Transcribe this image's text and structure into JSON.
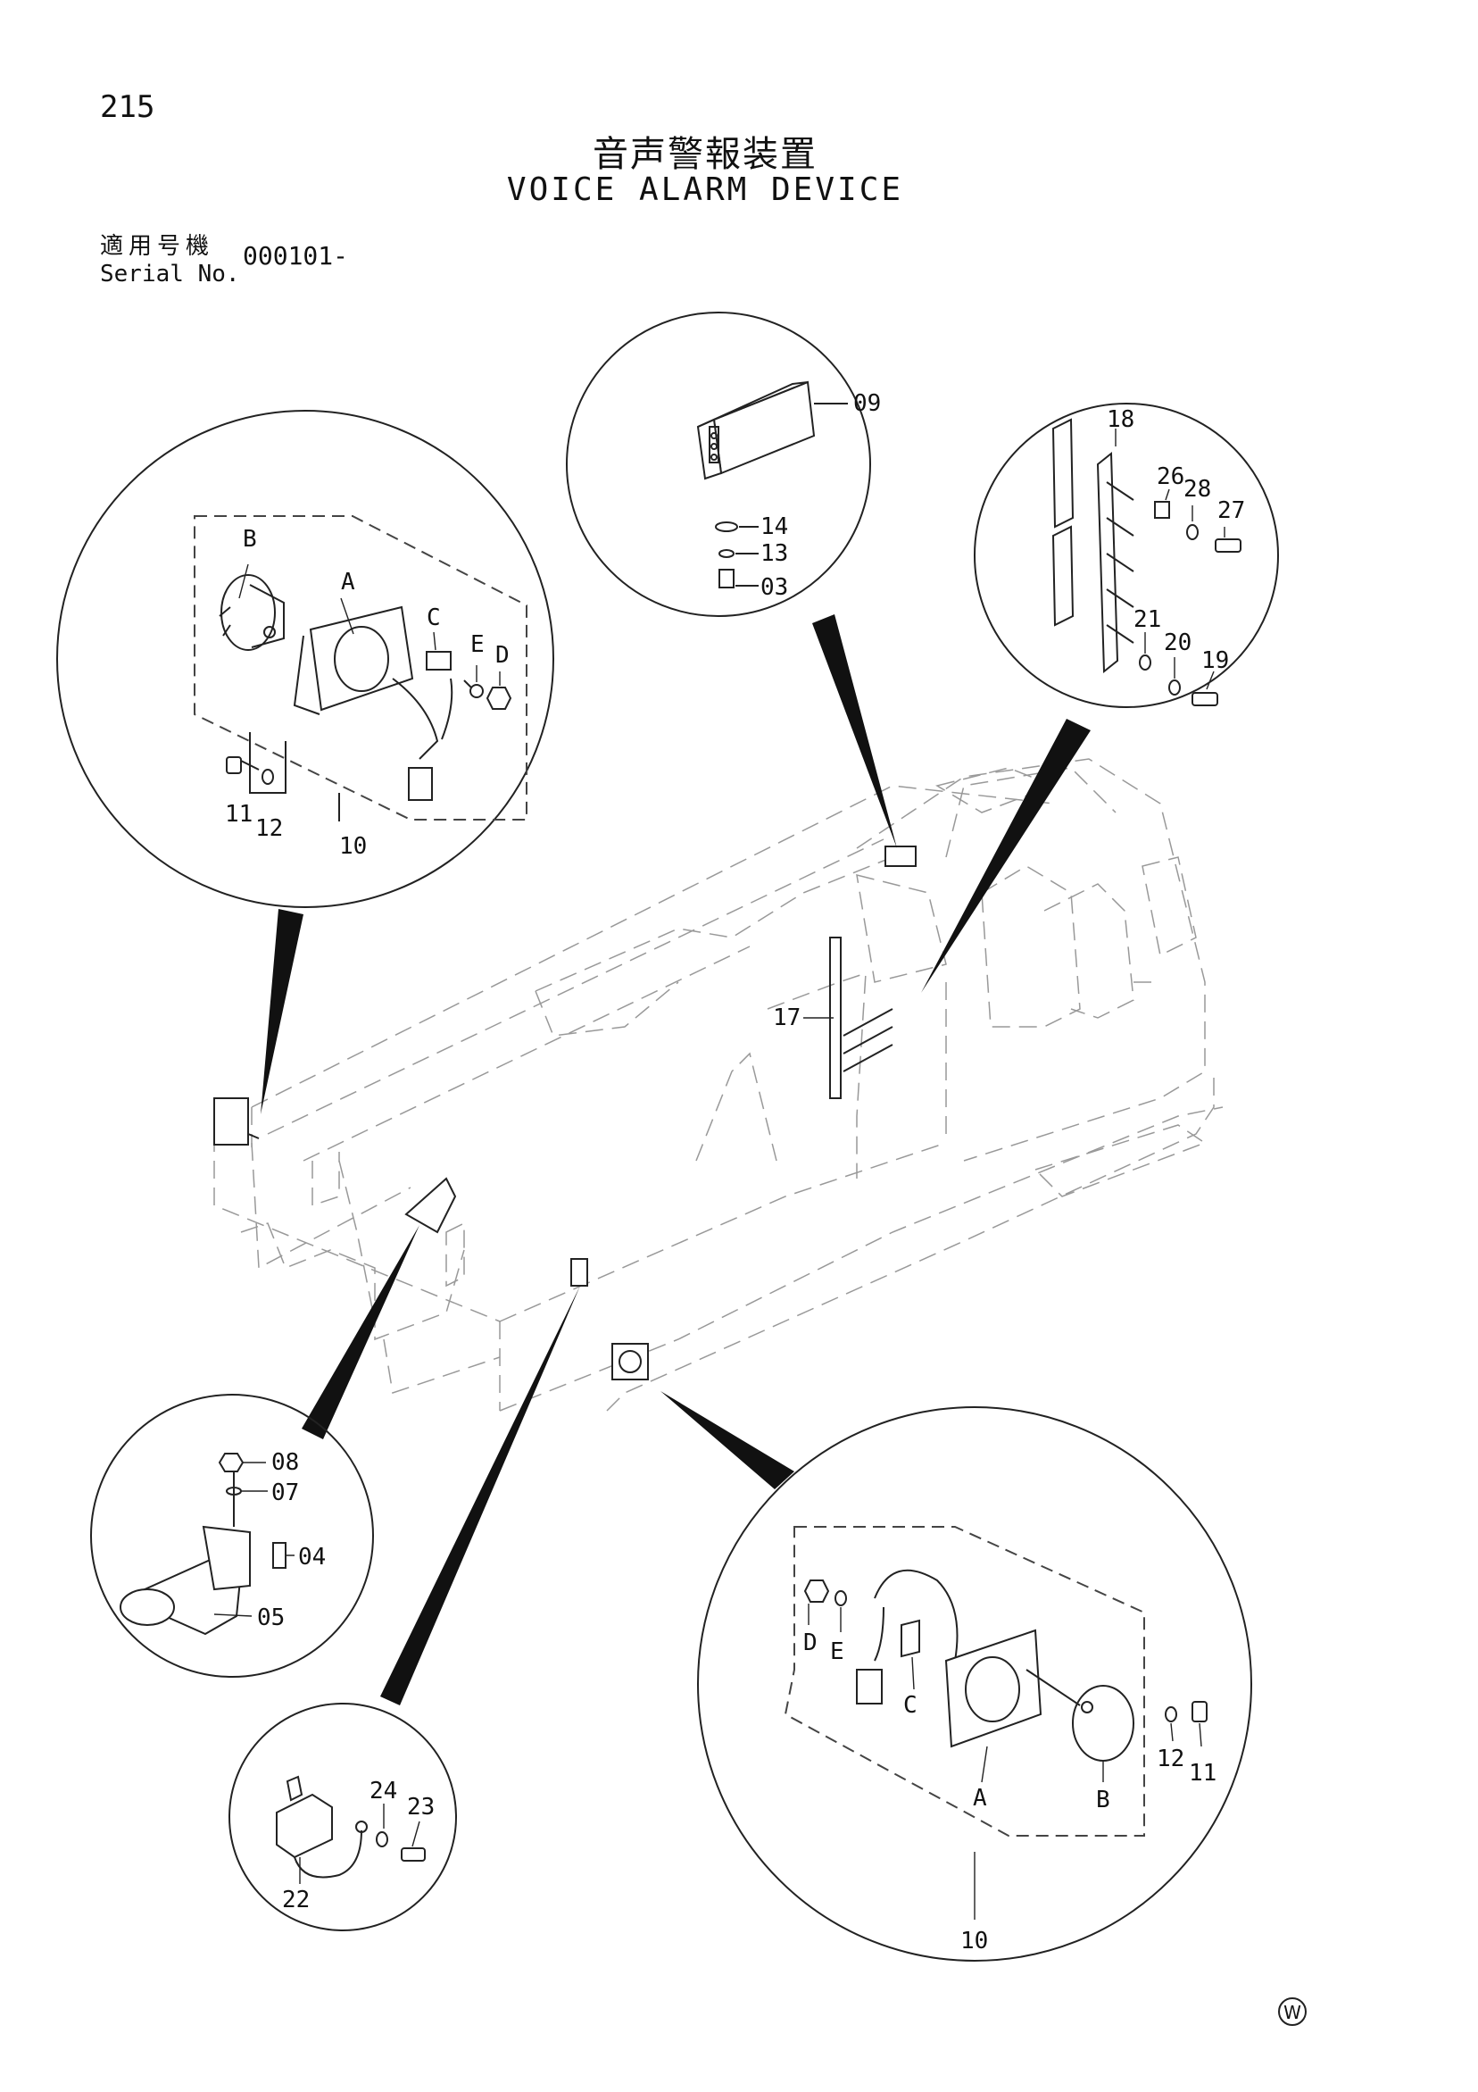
{
  "page_number": "215",
  "title_jp": "音声警報装置",
  "title_en": "VOICE ALARM DEVICE",
  "serial": {
    "label_jp": "適用号機",
    "label_en": "Serial No.",
    "value": "000101-"
  },
  "callouts": {
    "left_circle": {
      "B": "B",
      "A": "A",
      "C": "C",
      "E": "E",
      "D": "D",
      "p11": "11",
      "p12": "12",
      "p10": "10"
    },
    "top_circle": {
      "p09": "09",
      "p14": "14",
      "p13": "13",
      "p03": "03"
    },
    "right_circle": {
      "p18": "18",
      "p26": "26",
      "p28": "28",
      "p27": "27",
      "p21": "21",
      "p20": "20",
      "p19": "19"
    },
    "main": {
      "p17": "17"
    },
    "horn_circle": {
      "p08": "08",
      "p07": "07",
      "p04": "04",
      "p05": "05"
    },
    "relay_circle": {
      "p24": "24",
      "p23": "23",
      "p22": "22"
    },
    "bottom_right_circle": {
      "D": "D",
      "E": "E",
      "C": "C",
      "A": "A",
      "B": "B",
      "p12": "12",
      "p11": "11",
      "p10": "10"
    }
  },
  "watermark": "W",
  "colors": {
    "ink": "#111111",
    "background": "#ffffff"
  }
}
